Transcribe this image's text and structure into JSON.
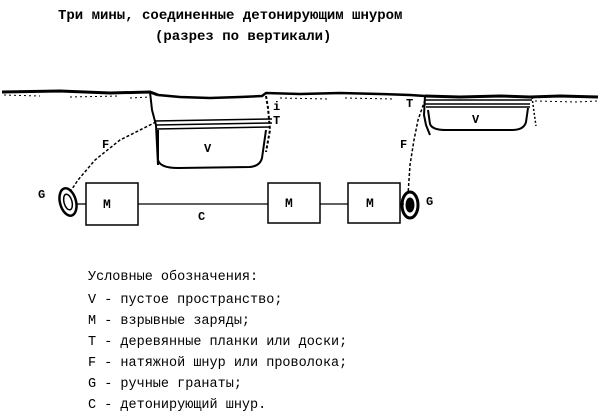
{
  "title": {
    "line1": "Три мины, соединенные детонирующим шнуром",
    "line2": "(разрез по вертикали)"
  },
  "labels": {
    "f": "F",
    "g": "G",
    "t": "T",
    "v": "V",
    "m": "M",
    "c": "C",
    "i": "i"
  },
  "legend": {
    "heading": "Условные обозначения:",
    "items": [
      "V - пустое пространство;",
      "M - взрывные заряды;",
      "T - деревянные планки или доски;",
      "F - натяжной шнур или проволока;",
      "G - ручные гранаты;",
      "C - детонирующий шнур."
    ]
  }
}
